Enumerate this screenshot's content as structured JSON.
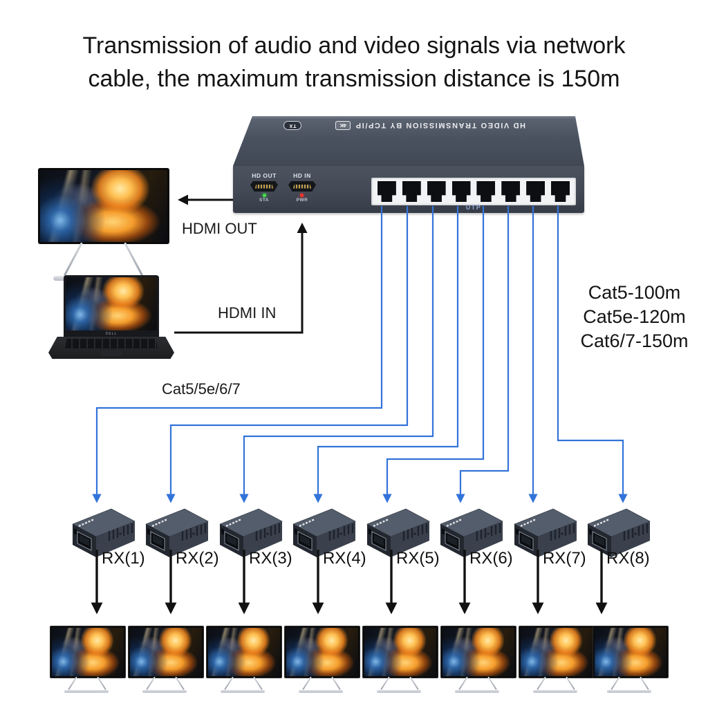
{
  "title": {
    "line1": "Transmission of audio and video signals via network",
    "line2": "cable, the maximum transmission distance is 150m"
  },
  "transmitter": {
    "top_label": "HD VIDEO TRANSMISSION BY TCP/IP",
    "badge_4k": "4K",
    "badge_tx": "TX",
    "hd_out_label": "HD OUT",
    "hd_in_label": "HD IN",
    "sta_label": "STA",
    "pwr_label": "PWR",
    "utp_label": "UTP",
    "port_count": 8
  },
  "labels": {
    "hdmi_out": "HDMI OUT",
    "hdmi_in": "HDMI IN",
    "cable_type": "Cat5/5e/6/7",
    "distances": [
      "Cat5-100m",
      "Cat5e-120m",
      "Cat6/7-150m"
    ]
  },
  "laptop": {
    "brand": "DELL"
  },
  "receivers": [
    {
      "label": "RX(1)"
    },
    {
      "label": "RX(2)"
    },
    {
      "label": "RX(3)"
    },
    {
      "label": "RX(4)"
    },
    {
      "label": "RX(5)"
    },
    {
      "label": "RX(6)"
    },
    {
      "label": "RX(7)"
    },
    {
      "label": "RX(8)"
    }
  ],
  "display_count": 8,
  "colors": {
    "cable_blue": "#3273d9",
    "arrow_black": "#111111",
    "led_green": "#43e34a",
    "led_red": "#ff352b",
    "device_body": "#454c59"
  }
}
